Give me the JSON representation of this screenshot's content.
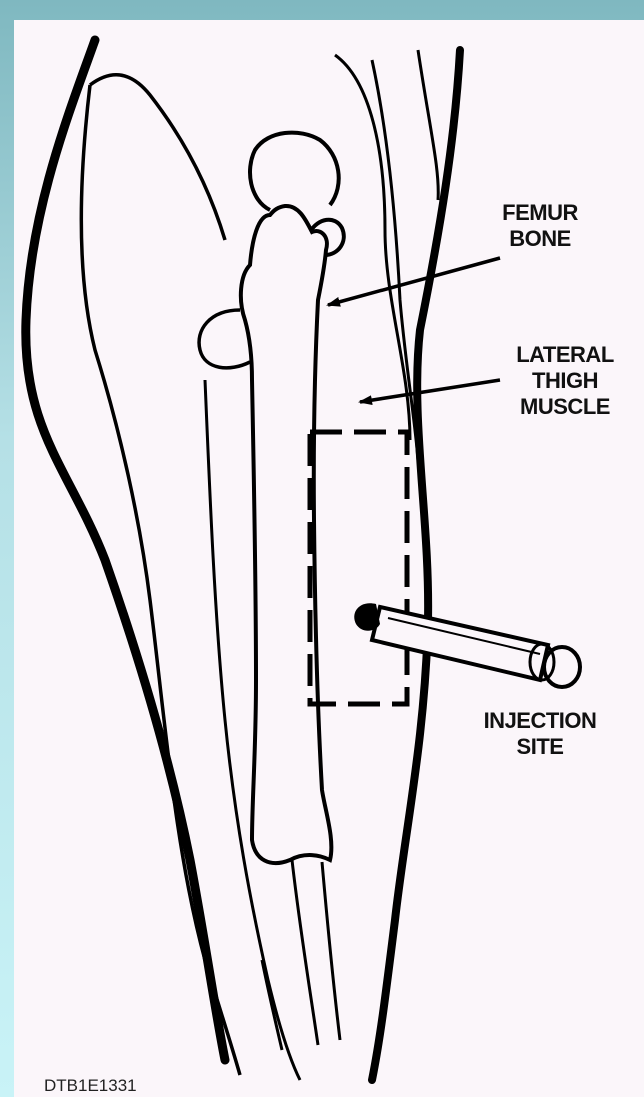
{
  "labels": {
    "femur_line1": "FEMUR",
    "femur_line2": "BONE",
    "lateral_line1": "LATERAL",
    "lateral_line2": "THIGH",
    "lateral_line3": "MUSCLE",
    "injection_line1": "INJECTION",
    "injection_line2": "SITE"
  },
  "figure_code": "DTB1E1331"
}
